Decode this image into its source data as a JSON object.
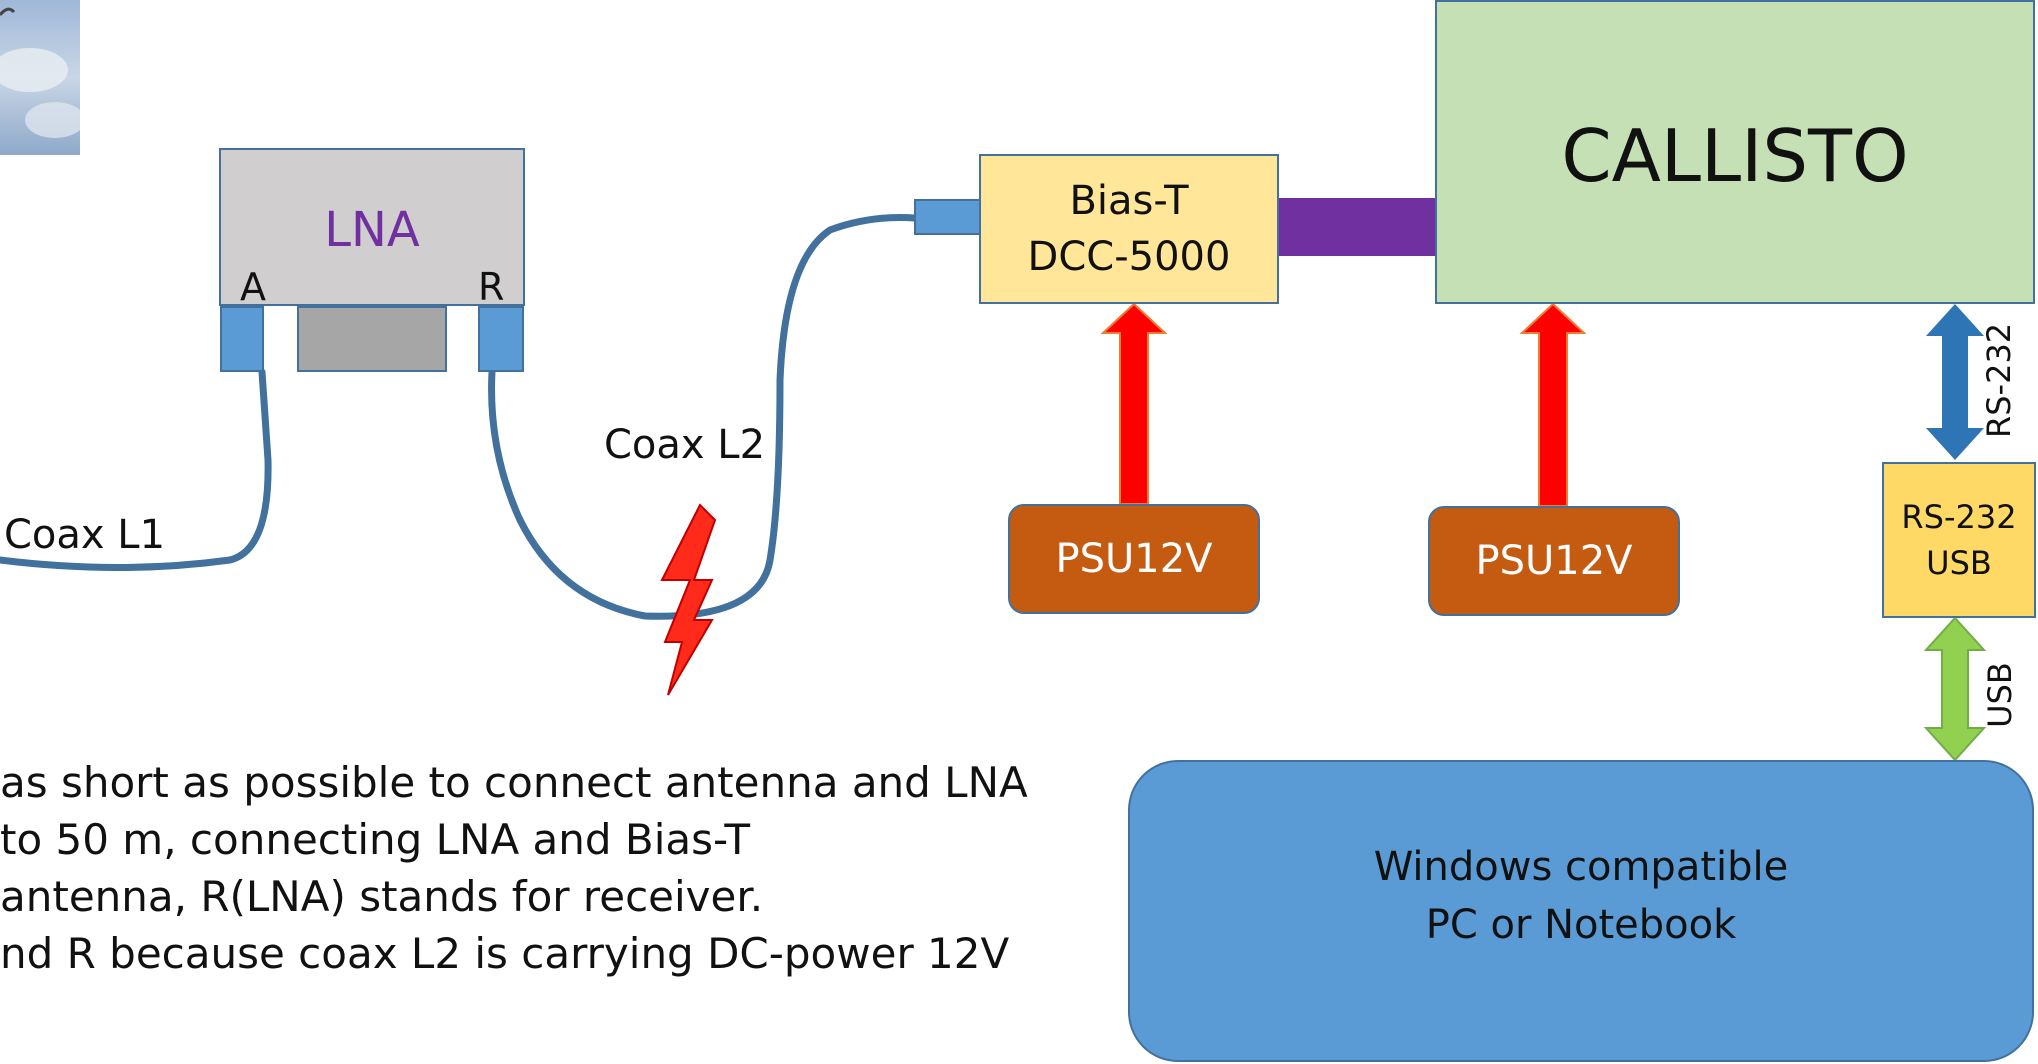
{
  "lna": {
    "label": "LNA",
    "port_a": "A",
    "port_r": "R"
  },
  "bias_t": {
    "line1": "Bias-T",
    "line2": "DCC-5000"
  },
  "callisto": {
    "label": "CALLISTO"
  },
  "psu": [
    {
      "label": "PSU12V"
    },
    {
      "label": "PSU12V"
    }
  ],
  "converter": {
    "line1": "RS-232",
    "line2": "USB"
  },
  "pc": {
    "line1": "Windows compatible",
    "line2": "PC or Notebook"
  },
  "cables": {
    "coax_l1": "Coax L1",
    "coax_l2": "Coax L2"
  },
  "links": {
    "rs232": "RS-232",
    "usb": "USB"
  },
  "notes": [
    " as short as possible to connect antenna and LNA",
    " to 50 m, connecting LNA and Bias-T",
    "antenna, R(LNA) stands for receiver.",
    "nd R because coax L2 is carrying DC-power 12V"
  ],
  "colors": {
    "lna_fill": "#d0cece",
    "lna_text": "#7030a0",
    "bias_fill": "#ffe699",
    "callisto_fill": "#c5e0b4",
    "psu_fill": "#c55a11",
    "converter_fill": "#ffd966",
    "pc_fill": "#5b9bd5",
    "coax": "#41719c",
    "purple_link": "#7030a0",
    "power_arrow": "#ff0000",
    "rs232_arrow": "#2e75b6",
    "usb_arrow": "#92d050"
  }
}
